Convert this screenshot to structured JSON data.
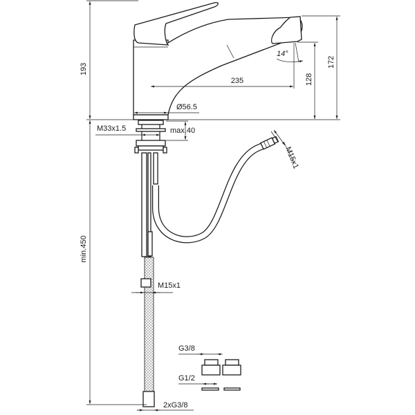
{
  "drawing": {
    "dimensions": {
      "total_height": "193",
      "spout_height": "172",
      "outlet_height": "128",
      "spout_reach": "235",
      "swivel_angle": "14°",
      "base_diameter": "Ø56.5",
      "mount_thread": "M33x1.5",
      "max_deck_thickness": "max.40",
      "hose_thread_spray": "M15x1",
      "min_hose_length": "min.450",
      "hose_thread_supply": "M15x1",
      "adapter_outlet": "G3/8",
      "adapter_inlet": "G1/2",
      "supply_connection": "2xG3/8"
    },
    "line_color": "#1a1a1a",
    "background": "#ffffff"
  }
}
